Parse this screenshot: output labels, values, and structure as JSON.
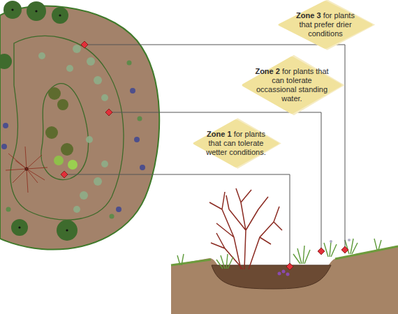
{
  "diagram": {
    "nodes": [
      {
        "text": [
          "Zone 3",
          "for plants that prefer drier conditions"
        ]
      },
      {
        "text": [
          "Zone 2",
          "for plants that can tolerate occassional standing water."
        ]
      },
      {
        "text": [
          "Zone 1",
          "for plants that can tolerate wetter conditions."
        ]
      }
    ]
  }
}
